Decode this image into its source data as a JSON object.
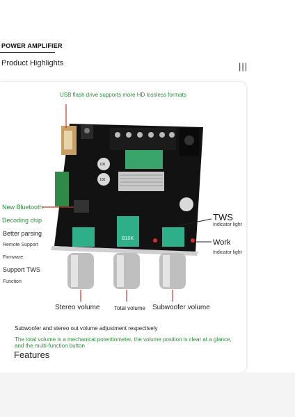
{
  "header": {
    "brand": "POWER AMPLIFIER",
    "section_title": "Product Highlights",
    "menu_icon": "menu-icon"
  },
  "product": {
    "usb_caption": "USB flash drive supports more HD lossless formats",
    "left_labels": {
      "bluetooth": "New Bluetooth",
      "chip": "Decoding chip",
      "parsing": "Better parsing",
      "remote": "Remote Support",
      "firmware": "Firmware",
      "support_tws": "Support TWS",
      "function": "Function"
    },
    "right_labels": {
      "tws": "TWS",
      "tws_indicator": "Indicator light",
      "work": "Work",
      "work_indicator": "Indicator light"
    },
    "knob_labels": {
      "stereo": "Stereo volume",
      "total": "Total volume",
      "subwoofer": "Subwoofer volume"
    },
    "board_prints": {
      "pot_mid": "B10K",
      "pot_marking": "B10K",
      "cap_a": "100",
      "cap_b": "100"
    },
    "description_1": "Subwoofer and stereo out volume adjustment respectively",
    "description_2": "The total volume is a mechanical potentiometer, the volume position is clear at a glance, and the multi-function button",
    "features_heading": "Features"
  },
  "colors": {
    "accent_green": "#2e8b3a",
    "pointer_red": "#d0312d",
    "pcb": "#111111",
    "pot_green": "#2fae8a"
  }
}
